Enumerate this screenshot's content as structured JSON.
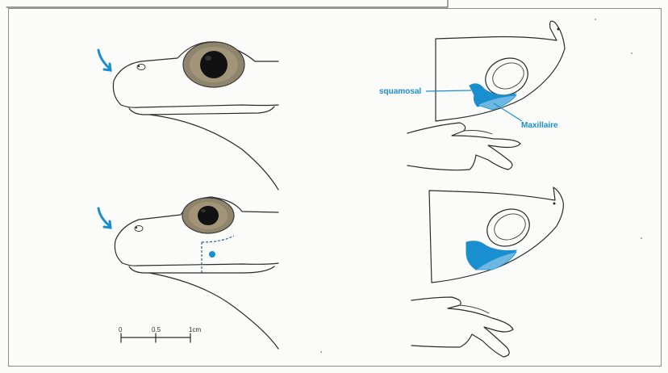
{
  "labels": {
    "squamosal": "squamosal",
    "maxillaire": "Maxillaire"
  },
  "scale_bar": {
    "tick_0": "0",
    "tick_mid": "0.5",
    "tick_end": "1cm"
  },
  "colors": {
    "accent_blue": "#1a8fd0",
    "ink": "#2b2b2b"
  }
}
